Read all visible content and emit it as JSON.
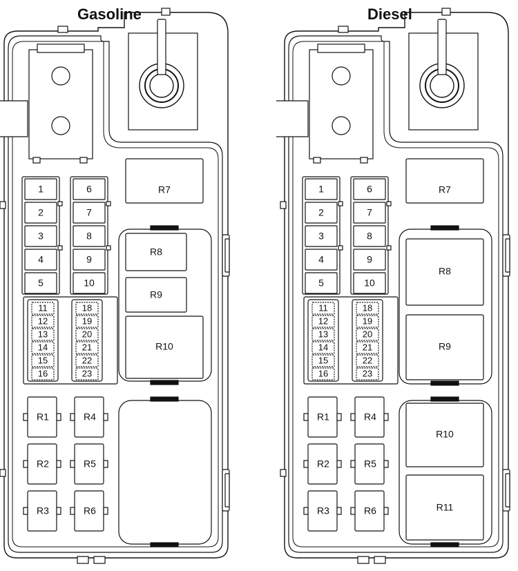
{
  "panels": [
    {
      "title": "Gasoline",
      "fuses_left": [
        "1",
        "2",
        "3",
        "4",
        "5"
      ],
      "fuses_right": [
        "6",
        "7",
        "8",
        "9",
        "10"
      ],
      "mini_left": [
        "11",
        "12",
        "13",
        "14",
        "15",
        "16"
      ],
      "mini_right": [
        "18",
        "19",
        "20",
        "21",
        "22",
        "23"
      ],
      "relays_upper": [
        "R7",
        "R8",
        "R9",
        "R10"
      ],
      "relays_lower_left": [
        "R1",
        "R2",
        "R3"
      ],
      "relays_lower_right": [
        "R4",
        "R5",
        "R6"
      ]
    },
    {
      "title": "Diesel",
      "fuses_left": [
        "1",
        "2",
        "3",
        "4",
        "5"
      ],
      "fuses_right": [
        "6",
        "7",
        "8",
        "9",
        "10"
      ],
      "mini_left": [
        "11",
        "12",
        "13",
        "14",
        "15",
        "16"
      ],
      "mini_right": [
        "18",
        "19",
        "20",
        "21",
        "22",
        "23"
      ],
      "relays_upper": [
        "R7",
        "R8",
        "R9",
        "R10",
        "R11"
      ],
      "relays_lower_left": [
        "R1",
        "R2",
        "R3"
      ],
      "relays_lower_right": [
        "R4",
        "R5",
        "R6"
      ]
    }
  ]
}
